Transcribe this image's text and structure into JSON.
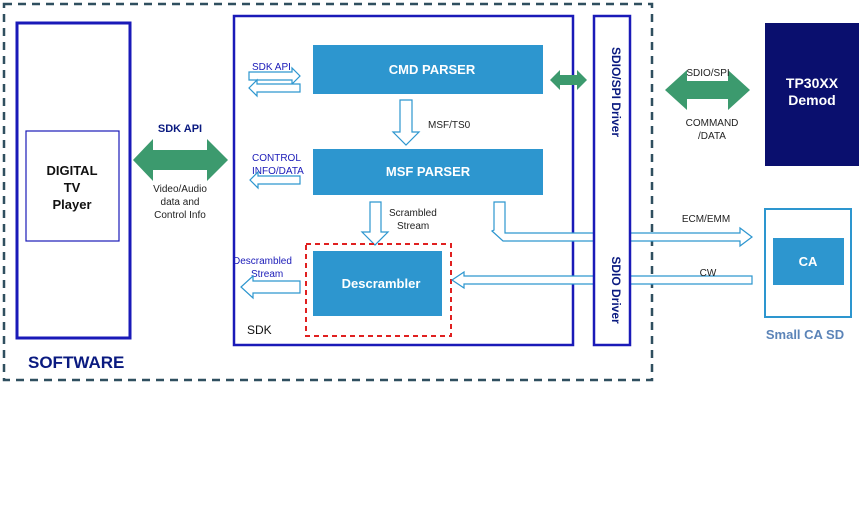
{
  "software": {
    "label": "SOFTWARE"
  },
  "player": {
    "line1": "DIGITAL",
    "line2": "TV",
    "line3": "Player"
  },
  "sdk_api_main": {
    "label": "SDK API"
  },
  "player_link_desc": {
    "line1": "Video/Audio",
    "line2": "data and",
    "line3": "Control Info"
  },
  "sdk": {
    "label": "SDK",
    "sdk_api_label": "SDK API",
    "control_line1": "CONTROL",
    "control_line2": "INFO/DATA",
    "cmd_parser": "CMD PARSER",
    "msf_ts0": "MSF/TS0",
    "msf_parser": "MSF PARSER",
    "scrambled_line1": "Scrambled",
    "scrambled_line2": "Stream",
    "descrambled_line1": "Descrambled",
    "descrambled_line2": "Stream",
    "descrambler": "Descrambler"
  },
  "drivers": {
    "sdio_spi": "SDIO/SPI Driver",
    "sdio": "SDIO Driver"
  },
  "demod": {
    "link_label": "SDIO/SPI",
    "cmd_line1": "COMMAND",
    "cmd_line2": "/DATA",
    "line1": "TP30XX",
    "line2": "Demod"
  },
  "ca": {
    "ecm_emm": "ECM/EMM",
    "cw": "CW",
    "label": "CA",
    "caption": "Small CA SD"
  },
  "colors": {
    "frame_blue": "#1a1ab8",
    "box_blue": "#2d96cf",
    "green": "#3c9a6e",
    "navy": "#0a0f6e",
    "dash_teal": "#2f4f5f",
    "red": "#e02020",
    "caption": "#5b84b8"
  }
}
